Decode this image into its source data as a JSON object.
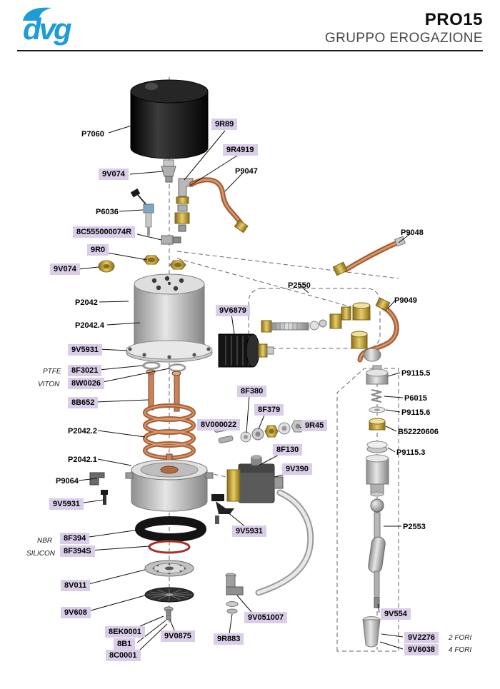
{
  "header": {
    "logo_text": "dvg",
    "title": "PRO15",
    "subtitle": "GRUPPO EROGAZIONE"
  },
  "colors": {
    "accent_blue": "#1e9cd7",
    "label_background": "#d9cde8",
    "copper": "#a65e36",
    "brass": "#c9a84c"
  },
  "notes": {
    "ptfe": "PTFE",
    "viton": "VITON",
    "nbr": "NBR",
    "silicon": "SILICON",
    "fori2": "2 FORI",
    "fori4": "4 FORI"
  },
  "parts": {
    "P7060": "P7060",
    "9R89": "9R89",
    "9R4919": "9R4919",
    "P9047": "P9047",
    "9V074": "9V074",
    "P6036": "P6036",
    "8C555000074R": "8C555000074R",
    "9R0": "9R0",
    "P9048": "P9048",
    "P2042": "P2042",
    "P2042_4": "P2042.4",
    "P2550": "P2550",
    "9V6879": "9V6879",
    "P9049": "P9049",
    "9V5931": "9V5931",
    "8F3021": "8F3021",
    "8W0026": "8W0026",
    "8B652": "8B652",
    "8F380": "8F380",
    "8F379": "8F379",
    "8V000022": "8V000022",
    "9R45": "9R45",
    "P2042_2": "P2042.2",
    "8F130": "8F130",
    "P2042_1": "P2042.1",
    "9V390": "9V390",
    "P9064": "P9064",
    "P9115_5": "P9115.5",
    "P6015": "P6015",
    "P9115_6": "P9115.6",
    "B52220606": "B52220606",
    "P9115_3": "P9115.3",
    "8F394": "8F394",
    "8F394S": "8F394S",
    "8V011": "8V011",
    "9V608": "9V608",
    "P2553": "P2553",
    "8EK0001": "8EK0001",
    "8B1": "8B1",
    "8C0001": "8C0001",
    "9V0875": "9V0875",
    "9R883": "9R883",
    "9V051007": "9V051007",
    "9V554": "9V554",
    "9V2276": "9V2276",
    "9V6038": "9V6038"
  }
}
